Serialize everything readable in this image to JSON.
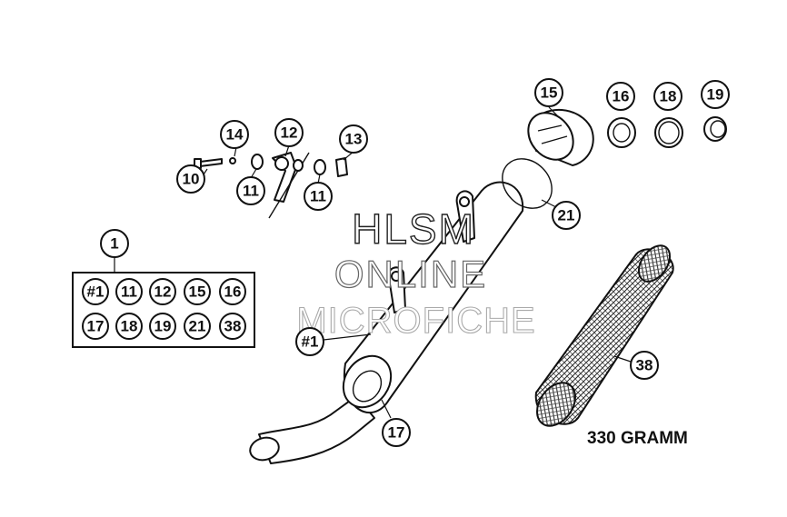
{
  "watermark": {
    "line1": "HLSM",
    "line2": "ONLINE",
    "line3": "MICROFICHE"
  },
  "kit": {
    "label": "1",
    "contents_row1": [
      "#1",
      "11",
      "12",
      "15",
      "16"
    ],
    "contents_row2": [
      "17",
      "18",
      "19",
      "21",
      "38"
    ]
  },
  "callouts": {
    "c10": "10",
    "c11a": "11",
    "c11b": "11",
    "c12": "12",
    "c13": "13",
    "c14": "14",
    "c15": "15",
    "c16": "16",
    "c18": "18",
    "c19": "19",
    "c21": "21",
    "c38": "38",
    "c17": "17",
    "c1silencer": "#1"
  },
  "note": "330 GRAMM",
  "colors": {
    "ink": "#111111",
    "background": "#ffffff",
    "watermark_dark": "#222222",
    "watermark_mid": "#666666",
    "watermark_light": "#aaaaaa"
  }
}
